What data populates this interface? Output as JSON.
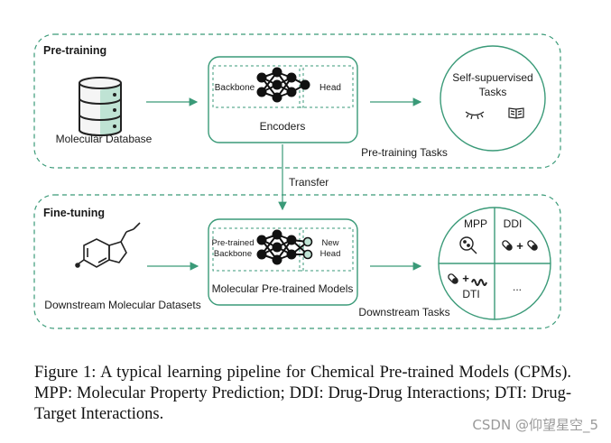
{
  "colors": {
    "accent": "#3a9a78",
    "accent_fill": "#bfe3d4",
    "ink": "#1a1a1a"
  },
  "pretraining": {
    "section_label": "Pre-training",
    "database_label": "Molecular Database",
    "encoder": {
      "backbone_label": "Backbone",
      "head_label": "Head",
      "title": "Encoders"
    },
    "tasks": {
      "line1": "Self-supuervised",
      "line2": "Tasks",
      "icons": [
        "closed-eye-icon",
        "open-book-icon"
      ]
    },
    "tasks_label": "Pre-training Tasks"
  },
  "transfer_label": "Transfer",
  "finetuning": {
    "section_label": "Fine-tuning",
    "datasets_label": "Downstream Molecular Datasets",
    "model": {
      "backbone_line1": "Pre-trained",
      "backbone_line2": "Backbone",
      "head_line1": "New",
      "head_line2": "Head",
      "title": "Molecular Pre-trained Models"
    },
    "downstream": {
      "mpp": "MPP",
      "ddi": "DDI",
      "dti": "DTI",
      "more": "..."
    },
    "tasks_label": "Downstream Tasks"
  },
  "caption": "Figure 1: A typical learning pipeline for Chemical Pre-trained Models (CPMs).  MPP: Molecular Property Prediction; DDI: Drug-Drug Interactions; DTI: Drug-Target Interactions.",
  "watermark": "CSDN @仰望星空_5"
}
